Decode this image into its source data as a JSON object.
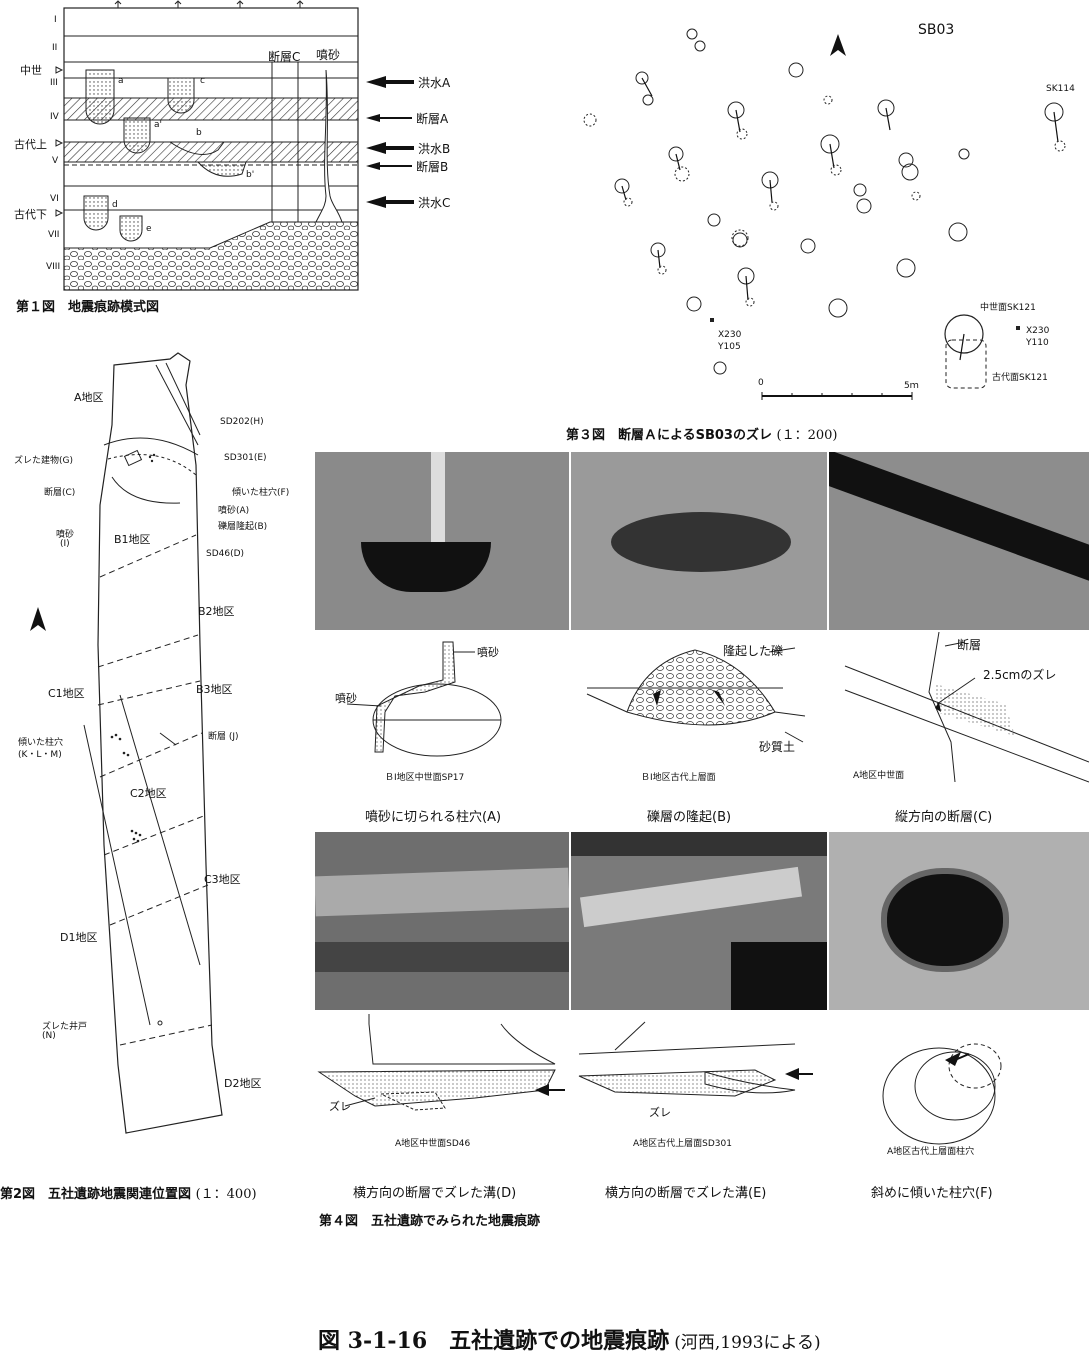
{
  "fig1": {
    "caption": "第１図　地震痕跡模式図",
    "layers": [
      "I",
      "II",
      "III",
      "IV",
      "V",
      "VI",
      "VII",
      "VIII"
    ],
    "eras": [
      "中世",
      "古代上",
      "古代下"
    ],
    "col_labels": {
      "fault_c": "断層C",
      "sand": "噴砂"
    },
    "events": [
      "洪水A",
      "断層A",
      "洪水B",
      "断層B",
      "洪水C"
    ],
    "pits": [
      "a",
      "c",
      "a'",
      "b",
      "b'",
      "d",
      "e"
    ]
  },
  "fig2": {
    "caption": "第2図　五社遺跡地震関連位置図",
    "scale": "(１：400)",
    "zones": [
      "A地区",
      "B1地区",
      "B2地区",
      "B3地区",
      "C1地区",
      "C2地区",
      "C3地区",
      "D1地区",
      "D2地区"
    ],
    "features": [
      "SD202(H)",
      "SD301(E)",
      "ズレた建物(G)",
      "断層(C)",
      "傾いた柱穴(F)",
      "噴砂(A)",
      "礫層隆起(B)",
      "噴砂",
      "(I)",
      "SD46(D)",
      "断層 (J)",
      "傾いた柱穴",
      "(K・L・M)",
      "ズレた井戸",
      "(N)"
    ]
  },
  "fig3": {
    "caption": "第３図　断層ＡによるSB03のズレ",
    "scale": "(１：200)",
    "title": "SB03",
    "labels": [
      "SK114",
      "中世面SK121",
      "古代面SK121",
      "X230",
      "Y105",
      "X230",
      "Y110"
    ],
    "scale_bar": {
      "start": "0",
      "end": "5ｍ"
    }
  },
  "fig4": {
    "caption": "第４図　五社遺跡でみられた地震痕跡",
    "row1": [
      {
        "labels": [
          "噴砂",
          "噴砂"
        ],
        "sub": "ＢⅠ地区中世面SP17",
        "title": "噴砂に切られる柱穴(A)"
      },
      {
        "labels": [
          "隆起した礫",
          "砂質土"
        ],
        "sub": "ＢⅠ地区古代上層面",
        "title": "礫層の隆起(B)"
      },
      {
        "labels": [
          "断層",
          "2.5cmのズレ"
        ],
        "sub": "A地区中世面",
        "title": "縦方向の断層(C)"
      }
    ],
    "row2": [
      {
        "labels": [
          "ズレ"
        ],
        "sub": "A地区中世面SD46",
        "title": "横方向の断層でズレた溝(D)"
      },
      {
        "labels": [
          "ズレ"
        ],
        "sub": "A地区古代上層面SD301",
        "title": "横方向の断層でズレた溝(E)"
      },
      {
        "labels": [],
        "sub": "A地区古代上層面柱穴",
        "title": "斜めに傾いた柱穴(F)"
      }
    ]
  },
  "main_caption": {
    "title": "図 3-1-16　五社遺跡での地震痕跡",
    "source": "(河西,1993による)"
  }
}
